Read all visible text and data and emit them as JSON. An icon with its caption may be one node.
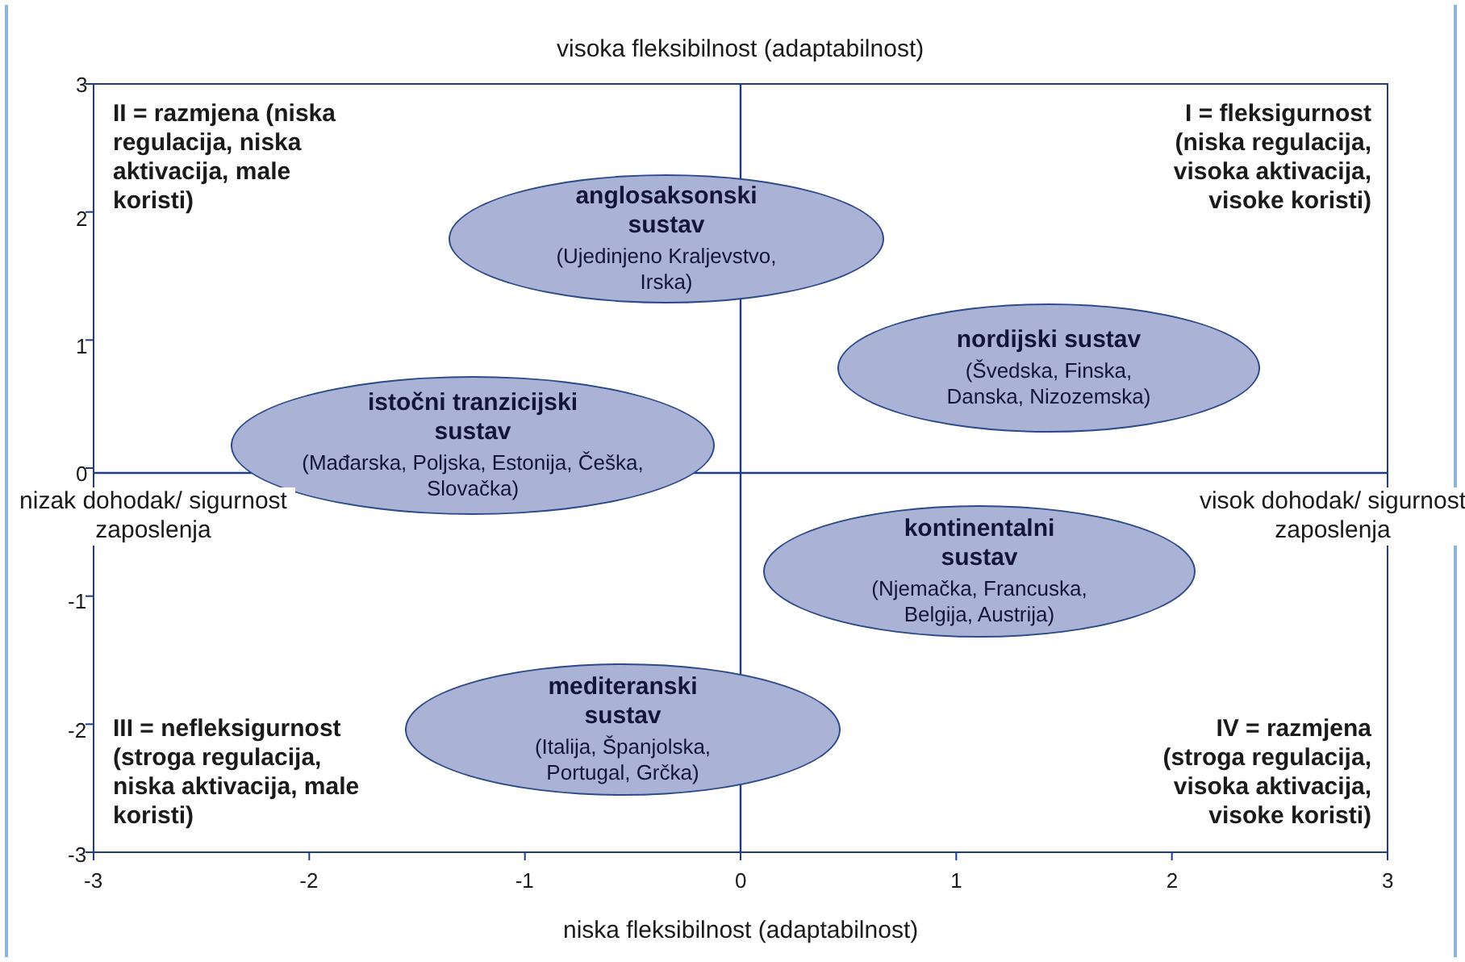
{
  "diagram": {
    "nodes": [
      {
        "text": [
          "anglosaksonski sustav",
          "(Ujedinjeno Kraljevstvo, Irska)"
        ]
      },
      {
        "text": [
          "nordijski sustav",
          "(Švedska, Finska, Danska, Nizozemska)"
        ]
      },
      {
        "text": [
          "istočni tranzicijski sustav",
          "(Mađarska, Poljska, Estonija, Češka, Slovačka)"
        ]
      },
      {
        "text": [
          "kontinentalni sustav",
          "(Njemačka, Francuska, Belgija, Austrija)"
        ]
      },
      {
        "text": [
          "mediteranski sustav",
          "(Italija, Španjolska, Portugal, Grčka)"
        ]
      }
    ],
    "labels": [
      "visoka fleksibilnost (adaptabilnost)",
      "3",
      "II = razmjena (niska regulacija, niska aktivacija, male koristi)",
      "I = fleksigurnost (niska regulacija, visoka aktivacija, visoke koristi)",
      "2",
      "1",
      "0",
      "nizak dohodak/ sigurnost zaposlenja",
      "visok dohodak/ sigurnost zaposlenja",
      "-1",
      "-2",
      "III = nefleksigurnost (stroga regulacija, niska aktivacija, male koristi)",
      "IV = razmjena (stroga regulacija, visoka aktivacija, visoke koristi)",
      "-3",
      "-3",
      "-2",
      "-1",
      "0",
      "1",
      "2",
      "3",
      "niska fleksibilnost (adaptabilnost)"
    ]
  }
}
